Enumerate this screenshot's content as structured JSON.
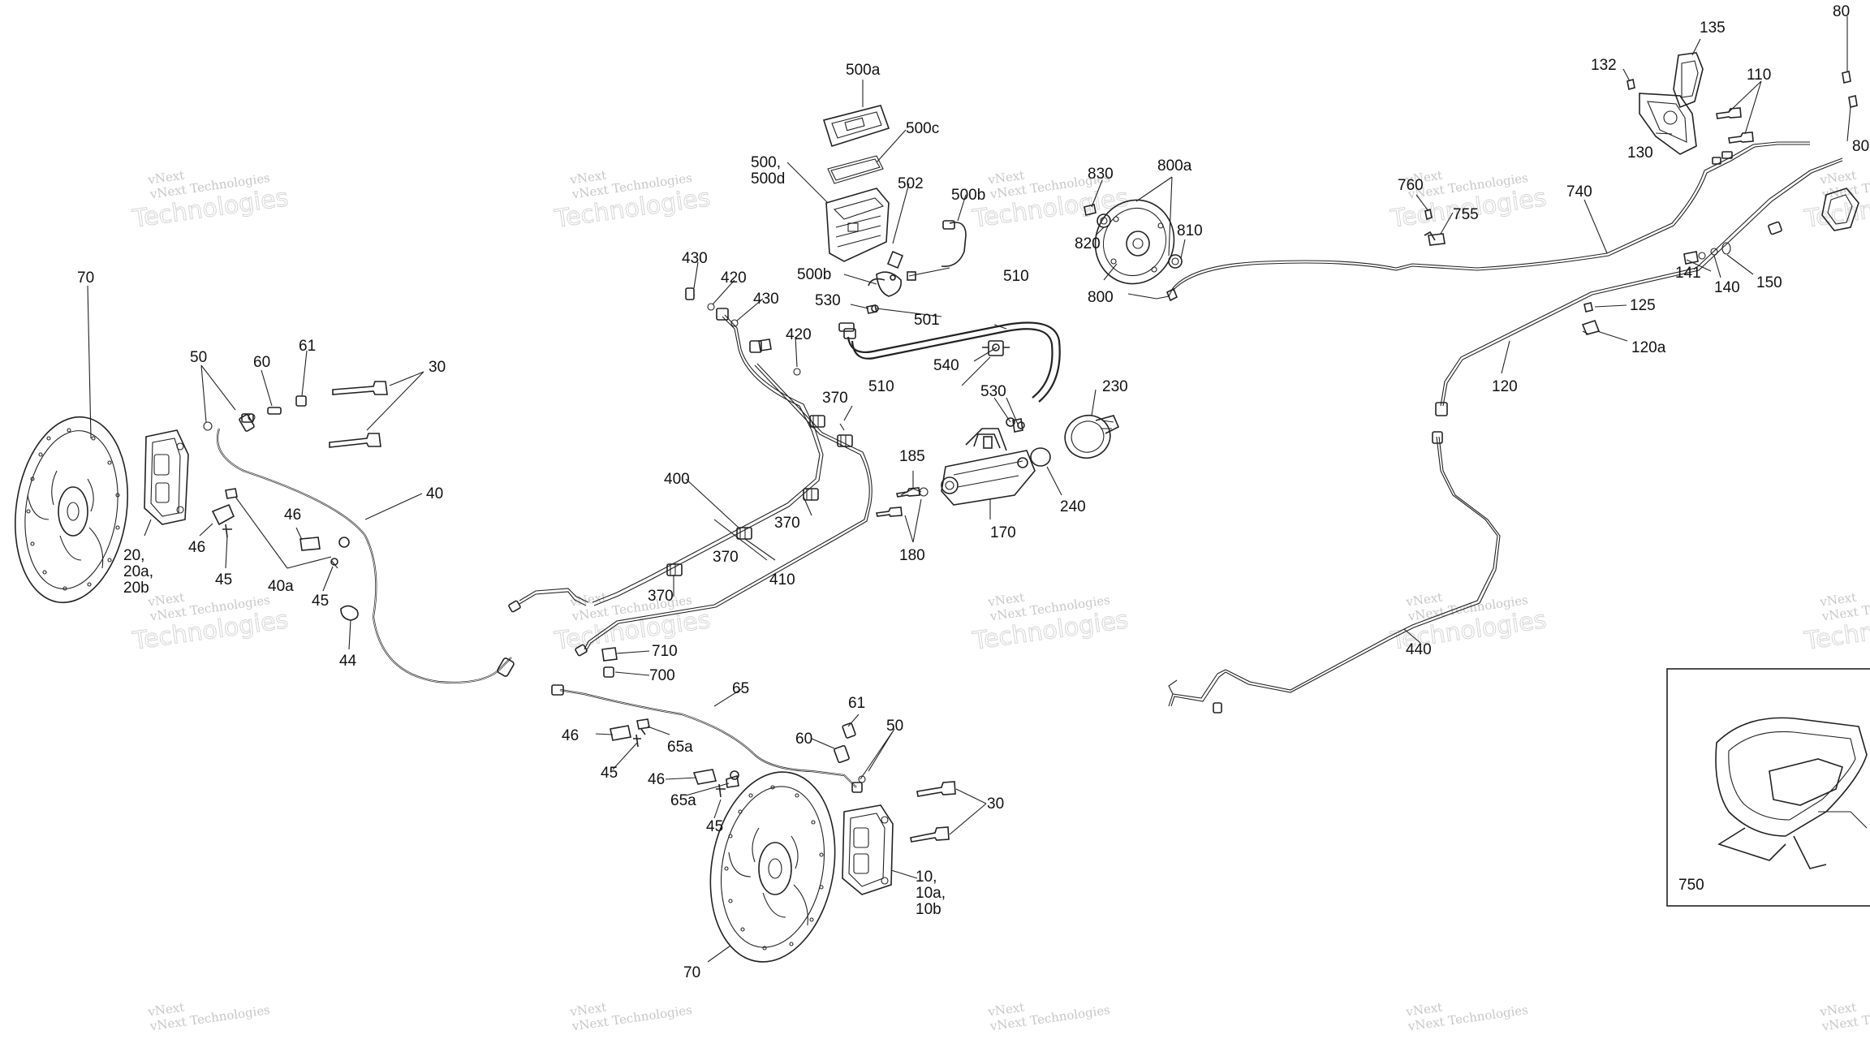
{
  "watermark": {
    "line1": "vNext Technologies",
    "line2": "Technologies",
    "line3": "vNext"
  },
  "labels": {
    "l70a": "70",
    "l50a": "50",
    "l60a": "60",
    "l61a": "61",
    "l30a": "30",
    "l40": "40",
    "l20": "20,",
    "l20a": "20a,",
    "l20b": "20b",
    "l46a": "46",
    "l45a": "45",
    "l40a": "40a",
    "l46b": "46",
    "l45b": "45",
    "l44": "44",
    "l500a": "500a",
    "l500c": "500c",
    "l500": "500,",
    "l500d": "500d",
    "l502": "502",
    "l500b_1": "500b",
    "l500b_2": "500b",
    "l501": "501",
    "l430a": "430",
    "l420a": "420",
    "l430b": "430",
    "l420b": "420",
    "l530a": "530",
    "l510a": "510",
    "l510b": "510",
    "l540": "540",
    "l530b": "530",
    "l370a": "370",
    "l370b": "370",
    "l370c": "370",
    "l370d": "370",
    "l400": "400",
    "l410": "410",
    "l710": "710",
    "l700": "700",
    "l185": "185",
    "l180": "180",
    "l170": "170",
    "l230": "230",
    "l240": "240",
    "l830": "830",
    "l800a": "800a",
    "l820": "820",
    "l810": "810",
    "l800": "800",
    "l760": "760",
    "l755": "755",
    "l740": "740",
    "l132": "132",
    "l135": "135",
    "l110": "110",
    "l130": "130",
    "l80a": "80",
    "l80b": "80",
    "l141": "141",
    "l140": "140",
    "l150": "150",
    "l125": "125",
    "l120a": "120a",
    "l120": "120",
    "l440": "440",
    "l65": "65",
    "l46c": "46",
    "l65a_1": "65a",
    "l45c": "45",
    "l46d": "46",
    "l65a_2": "65a",
    "l45d": "45",
    "l61b": "61",
    "l60b": "60",
    "l50b": "50",
    "l30b": "30",
    "l10": "10,",
    "l10a": "10a,",
    "l10b": "10b",
    "l70b": "70",
    "l750": "750"
  }
}
